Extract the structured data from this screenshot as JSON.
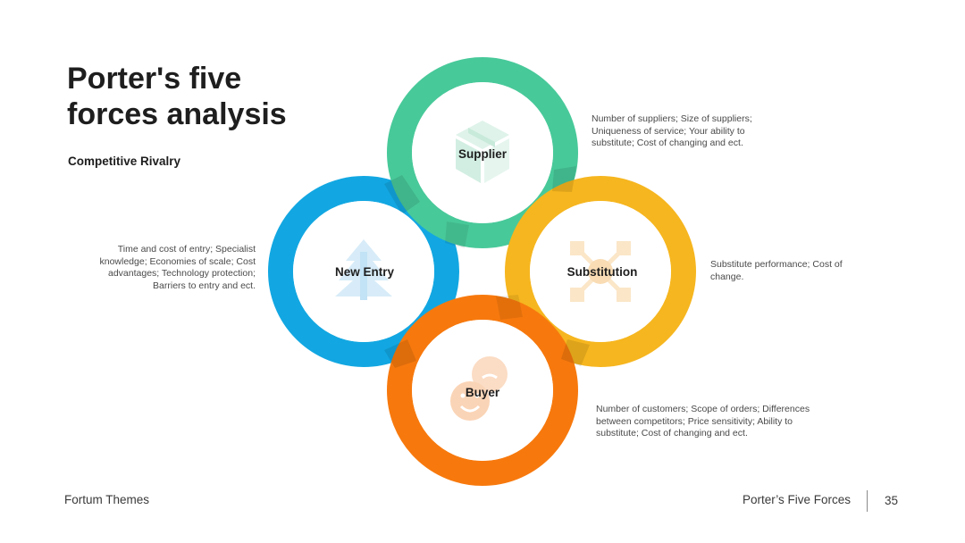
{
  "title": "Porter's five forces analysis",
  "subtitle": "Competitive Rivalry",
  "colors": {
    "supplier": "#48c99a",
    "new_entry": "#12a7e2",
    "substitution": "#f6b61f",
    "buyer": "#f7790d",
    "icon_tint_supplier": "#dff3ea",
    "icon_tint_entry": "#d7ecf8",
    "icon_tint_subst": "#fbe6c8",
    "icon_tint_buyer": "#fbdcc4"
  },
  "forces": {
    "supplier": {
      "label": "Supplier",
      "icon": "box-icon",
      "description": "Number of suppliers; Size of suppliers; Uniqueness of service; Your ability to substitute; Cost of changing and ect."
    },
    "new_entry": {
      "label": "New Entry",
      "icon": "tree-icon",
      "description": "Time and cost of entry; Specialist knowledge; Economies of scale; Cost advantages; Technology protection; Barriers to entry and ect."
    },
    "substitution": {
      "label": "Substitution",
      "icon": "network-icon",
      "description": "Substitute performance; Cost of change."
    },
    "buyer": {
      "label": "Buyer",
      "icon": "faces-icon",
      "description": "Number of customers; Scope of orders; Differences between competitors; Price sensitivity; Ability to substitute; Cost of changing and ect."
    }
  },
  "footer": {
    "brand": "Fortum Themes",
    "section": "Porter’s Five Forces",
    "page": "35"
  }
}
